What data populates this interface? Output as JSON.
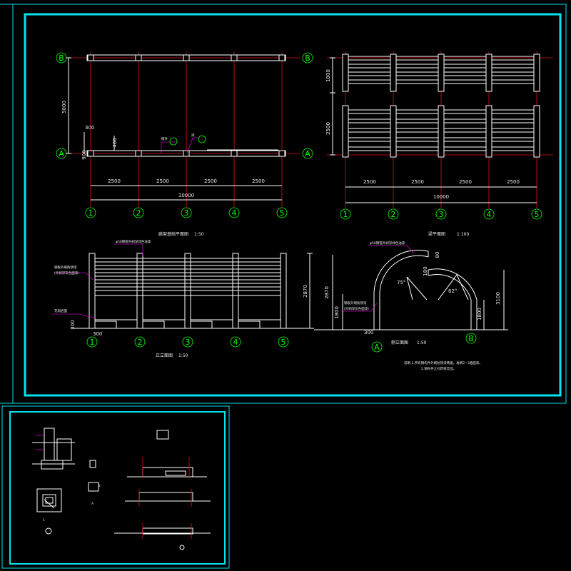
{
  "colors": {
    "background": "#000000",
    "frame": "#00e5ee",
    "grid_line": "#e01010",
    "axis_bubble": "#00ff00",
    "member": "#ffffff",
    "leader": "#ff00ff"
  },
  "plan_left": {
    "row_labels": [
      "B",
      "A"
    ],
    "col_labels": [
      "1",
      "2",
      "3",
      "4",
      "5"
    ],
    "dim_vertical": "5000",
    "dim_300": "300",
    "dim_400": "400",
    "dim_bottom_900": "900",
    "spans": [
      "2500",
      "2500",
      "2500",
      "2500"
    ],
    "total": "10000",
    "tag_left": "檩条",
    "tag_right": "梁"
  },
  "plan_right": {
    "row_labels": [
      "B",
      "A"
    ],
    "col_labels": [
      "1",
      "2",
      "3",
      "4",
      "5"
    ],
    "dim_top": "1800",
    "dim_bottom": "2500",
    "spans": [
      "2500",
      "2500",
      "2500",
      "2500"
    ],
    "total": "10000",
    "title": "梁平面图",
    "scale": "1:100"
  },
  "front_elev": {
    "title_top": "廊架基础平面图",
    "title_top_scale": "1:50",
    "note_1": "φ50钢管外刷深绿色油漆",
    "note_2": "钢板外刷防锈漆",
    "note_3": "(外刷深灰色面漆)",
    "note_4": "花岗岩面",
    "dim_height": "2870",
    "dim_base": "300",
    "dim_left": "300",
    "col_labels": [
      "1",
      "2",
      "3",
      "4",
      "5"
    ],
    "title": "正立面图",
    "scale": "1:50"
  },
  "side_elev": {
    "note_top": "φ50钢管外刷深绿色油漆",
    "note_mid_1": "钢板外刷防锈漆",
    "note_mid_2": "(外刷深灰色面漆)",
    "dim_height": "2870",
    "dim_1800_left": "1800",
    "dim_300": "300",
    "dim_80": "80",
    "dim_180": "180",
    "dim_1800_right": "1800",
    "dim_3100": "3100",
    "angle_1": "75°",
    "angle_2": "62°",
    "col_labels": [
      "A",
      "B"
    ],
    "title": "侧立面图",
    "scale": "1:50"
  },
  "notes": {
    "line_1": "说明:1.所有钢构件外刷防锈漆两遍，再刷2~3遍面漆。",
    "line_2": "2.钢构件之间焊接牢固。"
  },
  "detail_sheet": {
    "label_1": "1",
    "label_2": "2",
    "label_a": "A"
  }
}
